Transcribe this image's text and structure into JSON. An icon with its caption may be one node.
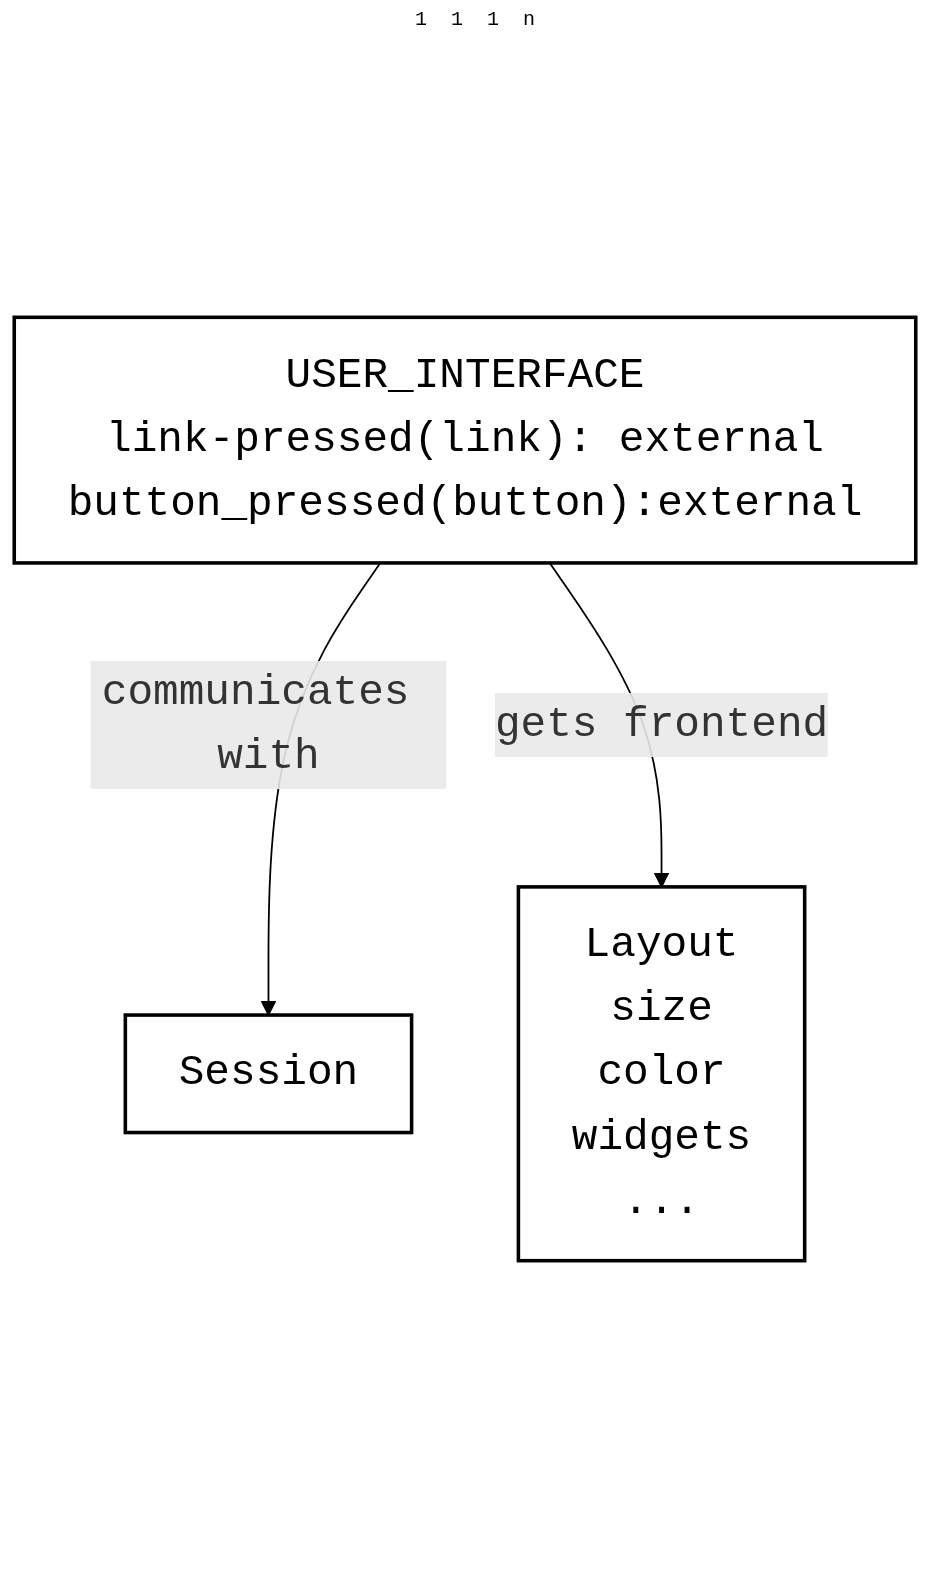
{
  "diagram": {
    "nodes": [
      {
        "text": [
          "Session"
        ]
      },
      {
        "text": [
          "USER_INTERFACE",
          "link-pressed(link): external",
          "button_pressed(button):external"
        ]
      },
      {
        "text": [
          "Layout",
          "size",
          "color",
          "widgets",
          "..."
        ]
      }
    ],
    "edges": [
      {
        "from": 1,
        "to": 0,
        "arrow": "to",
        "label": "communicates with"
      },
      {
        "from": 1,
        "to": 2,
        "arrow": "to",
        "label": "gets frontend"
      }
    ],
    "labels": [
      "1",
      "1",
      "1",
      "n"
    ]
  }
}
